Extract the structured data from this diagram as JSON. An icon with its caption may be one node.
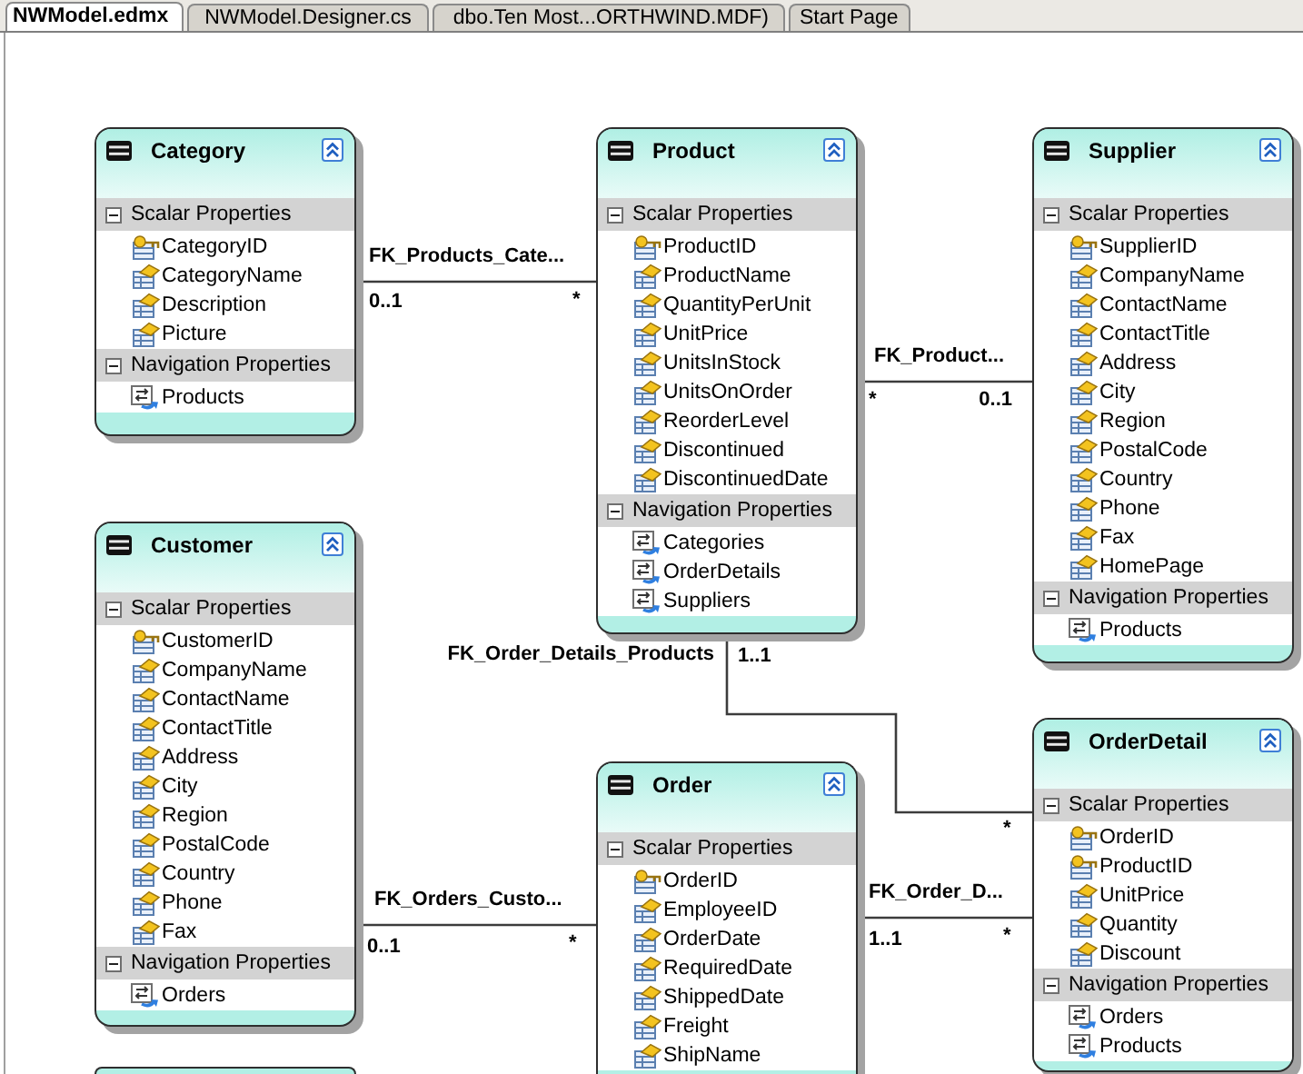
{
  "diagram": {
    "nodes": [
      {
        "text": [
          "Category"
        ]
      },
      {
        "text": [
          "Scalar Properties",
          "CategoryID",
          "CategoryName",
          "Description",
          "Picture"
        ],
        "in": 0
      },
      {
        "text": [
          "Navigation Properties",
          "Products"
        ],
        "in": 0
      },
      {
        "text": [
          "Product"
        ]
      },
      {
        "text": [
          "Scalar Properties",
          "ProductID",
          "ProductName",
          "QuantityPerUnit",
          "UnitPrice",
          "UnitsInStock",
          "UnitsOnOrder",
          "ReorderLevel",
          "Discontinued",
          "DiscontinuedDate"
        ],
        "in": 3
      },
      {
        "text": [
          "Navigation Properties",
          "Categories",
          "OrderDetails",
          "Suppliers"
        ],
        "in": 3
      },
      {
        "text": [
          "Supplier"
        ]
      },
      {
        "text": [
          "Scalar Properties",
          "SupplierID",
          "CompanyName",
          "ContactName",
          "ContactTitle",
          "Address",
          "City",
          "Region",
          "PostalCode",
          "Country",
          "Phone",
          "Fax",
          "HomePage"
        ],
        "in": 6
      },
      {
        "text": [
          "Navigation Properties",
          "Products"
        ],
        "in": 6
      },
      {
        "text": [
          "Customer"
        ]
      },
      {
        "text": [
          "Scalar Properties",
          "CustomerID",
          "CompanyName",
          "ContactName",
          "ContactTitle",
          "Address",
          "City",
          "Region",
          "PostalCode",
          "Country",
          "Phone",
          "Fax"
        ],
        "in": 9
      },
      {
        "text": [
          "Navigation Properties",
          "Orders"
        ],
        "in": 9
      },
      {
        "text": [
          "Order"
        ]
      },
      {
        "text": [
          "Scalar Properties",
          "OrderID",
          "EmployeeID",
          "OrderDate",
          "RequiredDate",
          "ShippedDate",
          "Freight",
          "ShipName"
        ],
        "in": 12
      },
      {
        "text": [
          "OrderDetail"
        ]
      },
      {
        "text": [
          "Scalar Properties",
          "OrderID",
          "ProductID",
          "UnitPrice",
          "Quantity",
          "Discount"
        ],
        "in": 14
      },
      {
        "text": [
          "Navigation Properties",
          "Orders",
          "Products"
        ],
        "in": 14
      },
      {
        "text": [],
        "shape": "box"
      }
    ],
    "edges": [
      {
        "from": 0,
        "to": 3,
        "arrow": "none",
        "label": "FK_Products_Cate..."
      },
      {
        "from": 3,
        "to": 6,
        "arrow": "none",
        "label": "FK_Product..."
      },
      {
        "from": 3,
        "to": 14,
        "arrow": "none",
        "label": "FK_Order_Details_Products"
      },
      {
        "from": 9,
        "to": 12,
        "arrow": "none",
        "label": "FK_Orders_Custo..."
      },
      {
        "from": 12,
        "to": 14,
        "arrow": "none",
        "label": "FK_Order_D..."
      }
    ],
    "labels": [
      "NWModel.edmx",
      "NWModel.Designer.cs",
      "dbo.Ten Most...ORTHWIND.MDF)",
      "Start Page",
      "0..1",
      "*",
      "*",
      "0..1",
      "1..1",
      "*",
      "0..1",
      "*",
      "1..1",
      "*"
    ]
  }
}
